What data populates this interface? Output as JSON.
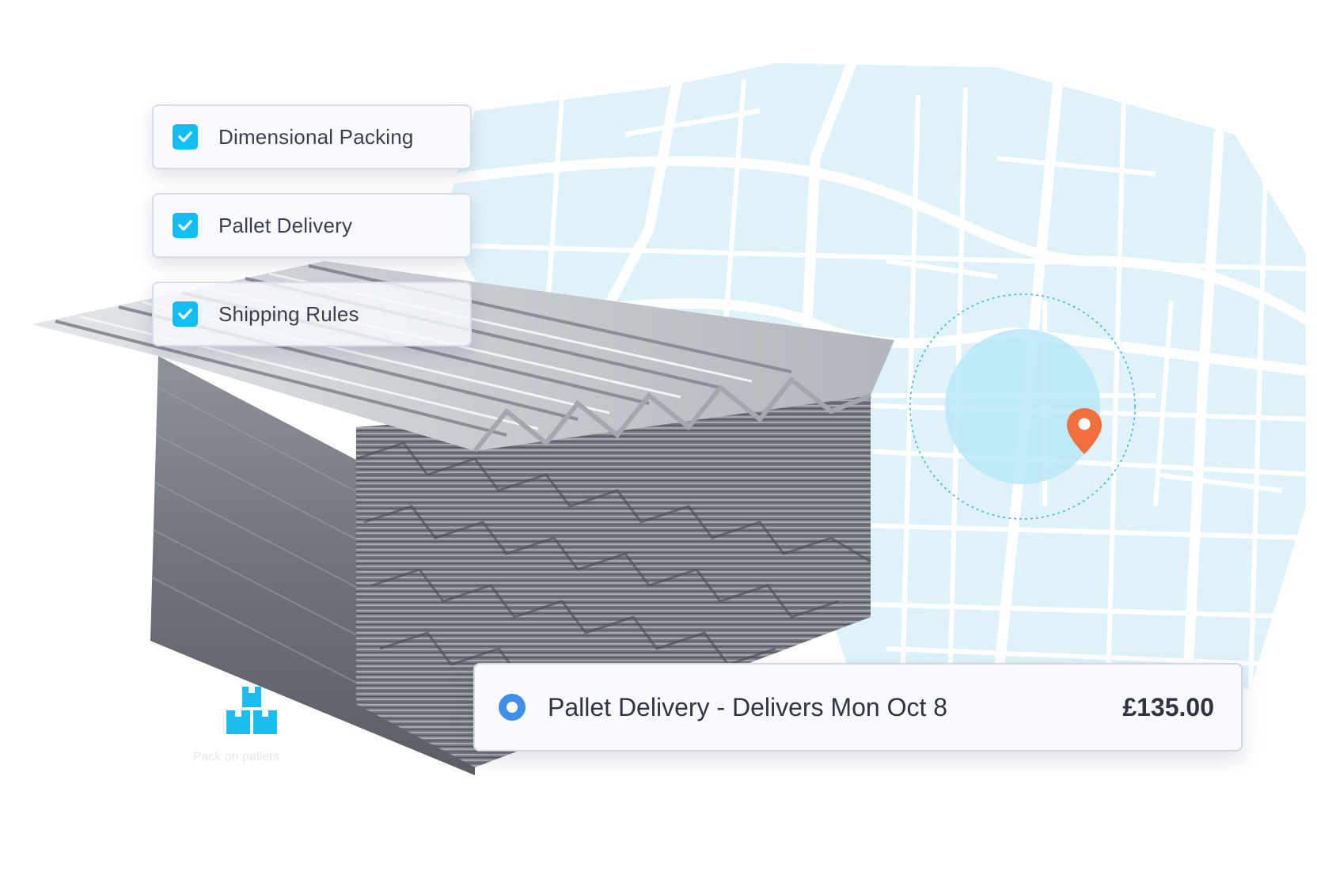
{
  "features": [
    {
      "label": "Dimensional Packing",
      "checked": true
    },
    {
      "label": "Pallet Delivery",
      "checked": true
    },
    {
      "label": "Shipping Rules",
      "checked": true
    }
  ],
  "shipping_option": {
    "label": "Pallet Delivery - Delivers Mon Oct 8",
    "price": "£135.00",
    "selected": true
  },
  "faint_caption": "Pack on pallets",
  "colors": {
    "accent": "#11bdf1",
    "radio": "#3f8fe8",
    "pin": "#f26f3c",
    "map_block": "#dff2fa",
    "map_radius": "#b8e8f8"
  },
  "icons": [
    "check-icon",
    "location-pin-icon",
    "boxes-stack-icon",
    "radio-selected-icon"
  ]
}
